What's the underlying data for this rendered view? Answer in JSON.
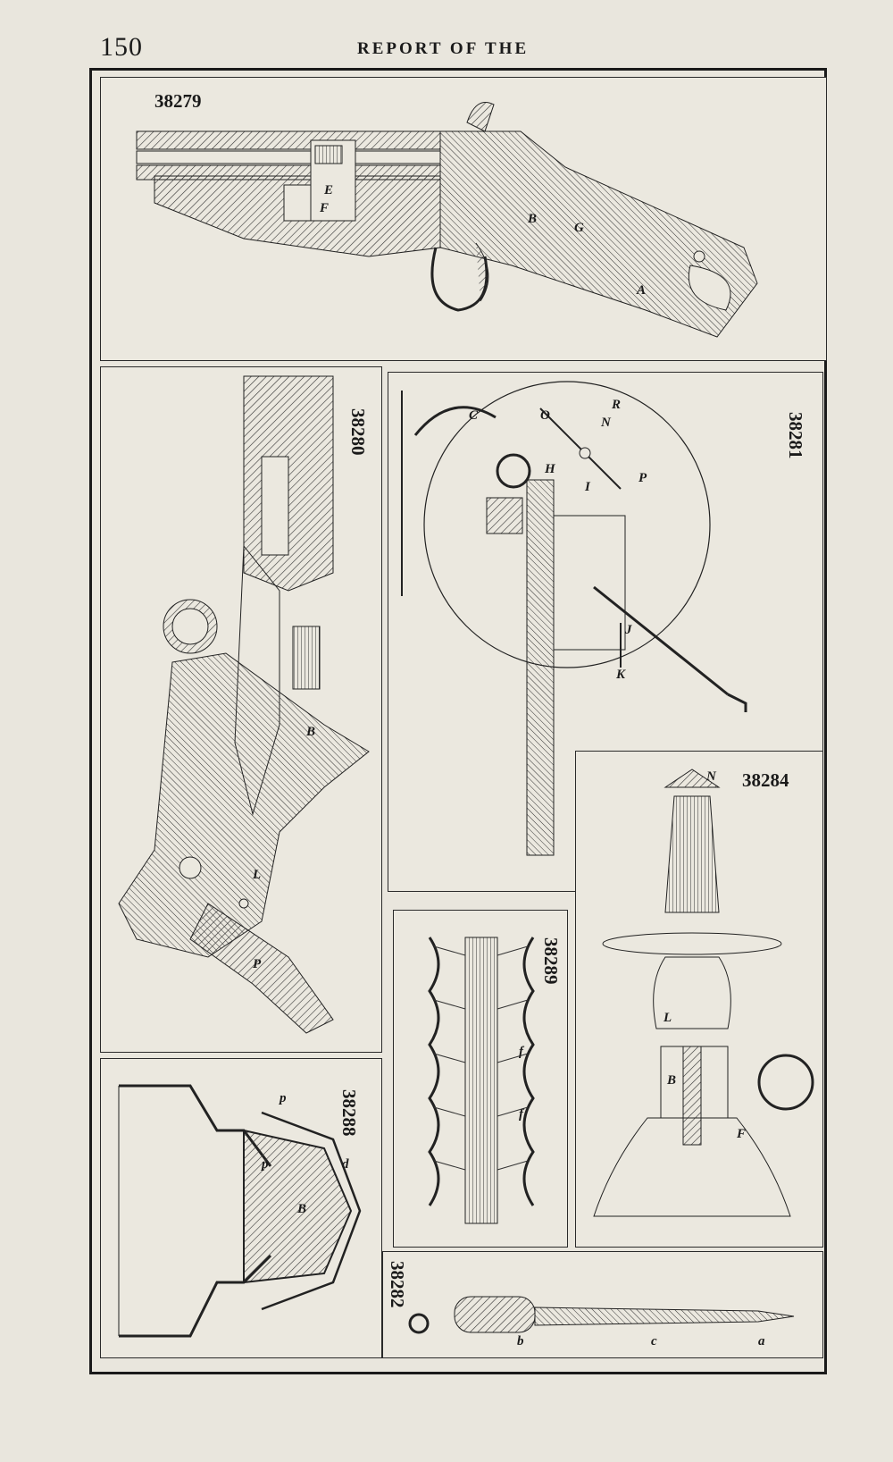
{
  "header": {
    "page_number": "150",
    "running_head": "REPORT OF THE"
  },
  "figures": {
    "f38279": {
      "number": "38279",
      "letters": [
        "E",
        "F",
        "B",
        "G",
        "A"
      ]
    },
    "f38280": {
      "number": "38280",
      "letters": [
        "B",
        "L",
        "P"
      ]
    },
    "f38281": {
      "number": "38281",
      "letters": [
        "C",
        "O",
        "N",
        "R",
        "P",
        "H",
        "I",
        "J",
        "K"
      ]
    },
    "f38284": {
      "number": "38284",
      "letters": [
        "N",
        "L",
        "B",
        "F"
      ]
    },
    "f38289": {
      "number": "38289",
      "letters": [
        "f",
        "f"
      ]
    },
    "f38288": {
      "number": "38288",
      "letters": [
        "p",
        "p",
        "d",
        "B"
      ]
    },
    "f38282": {
      "number": "38282",
      "letters": [
        "b",
        "c",
        "a"
      ]
    }
  },
  "colors": {
    "paper": "#e9e6dd",
    "ink": "#1a1a1a"
  }
}
